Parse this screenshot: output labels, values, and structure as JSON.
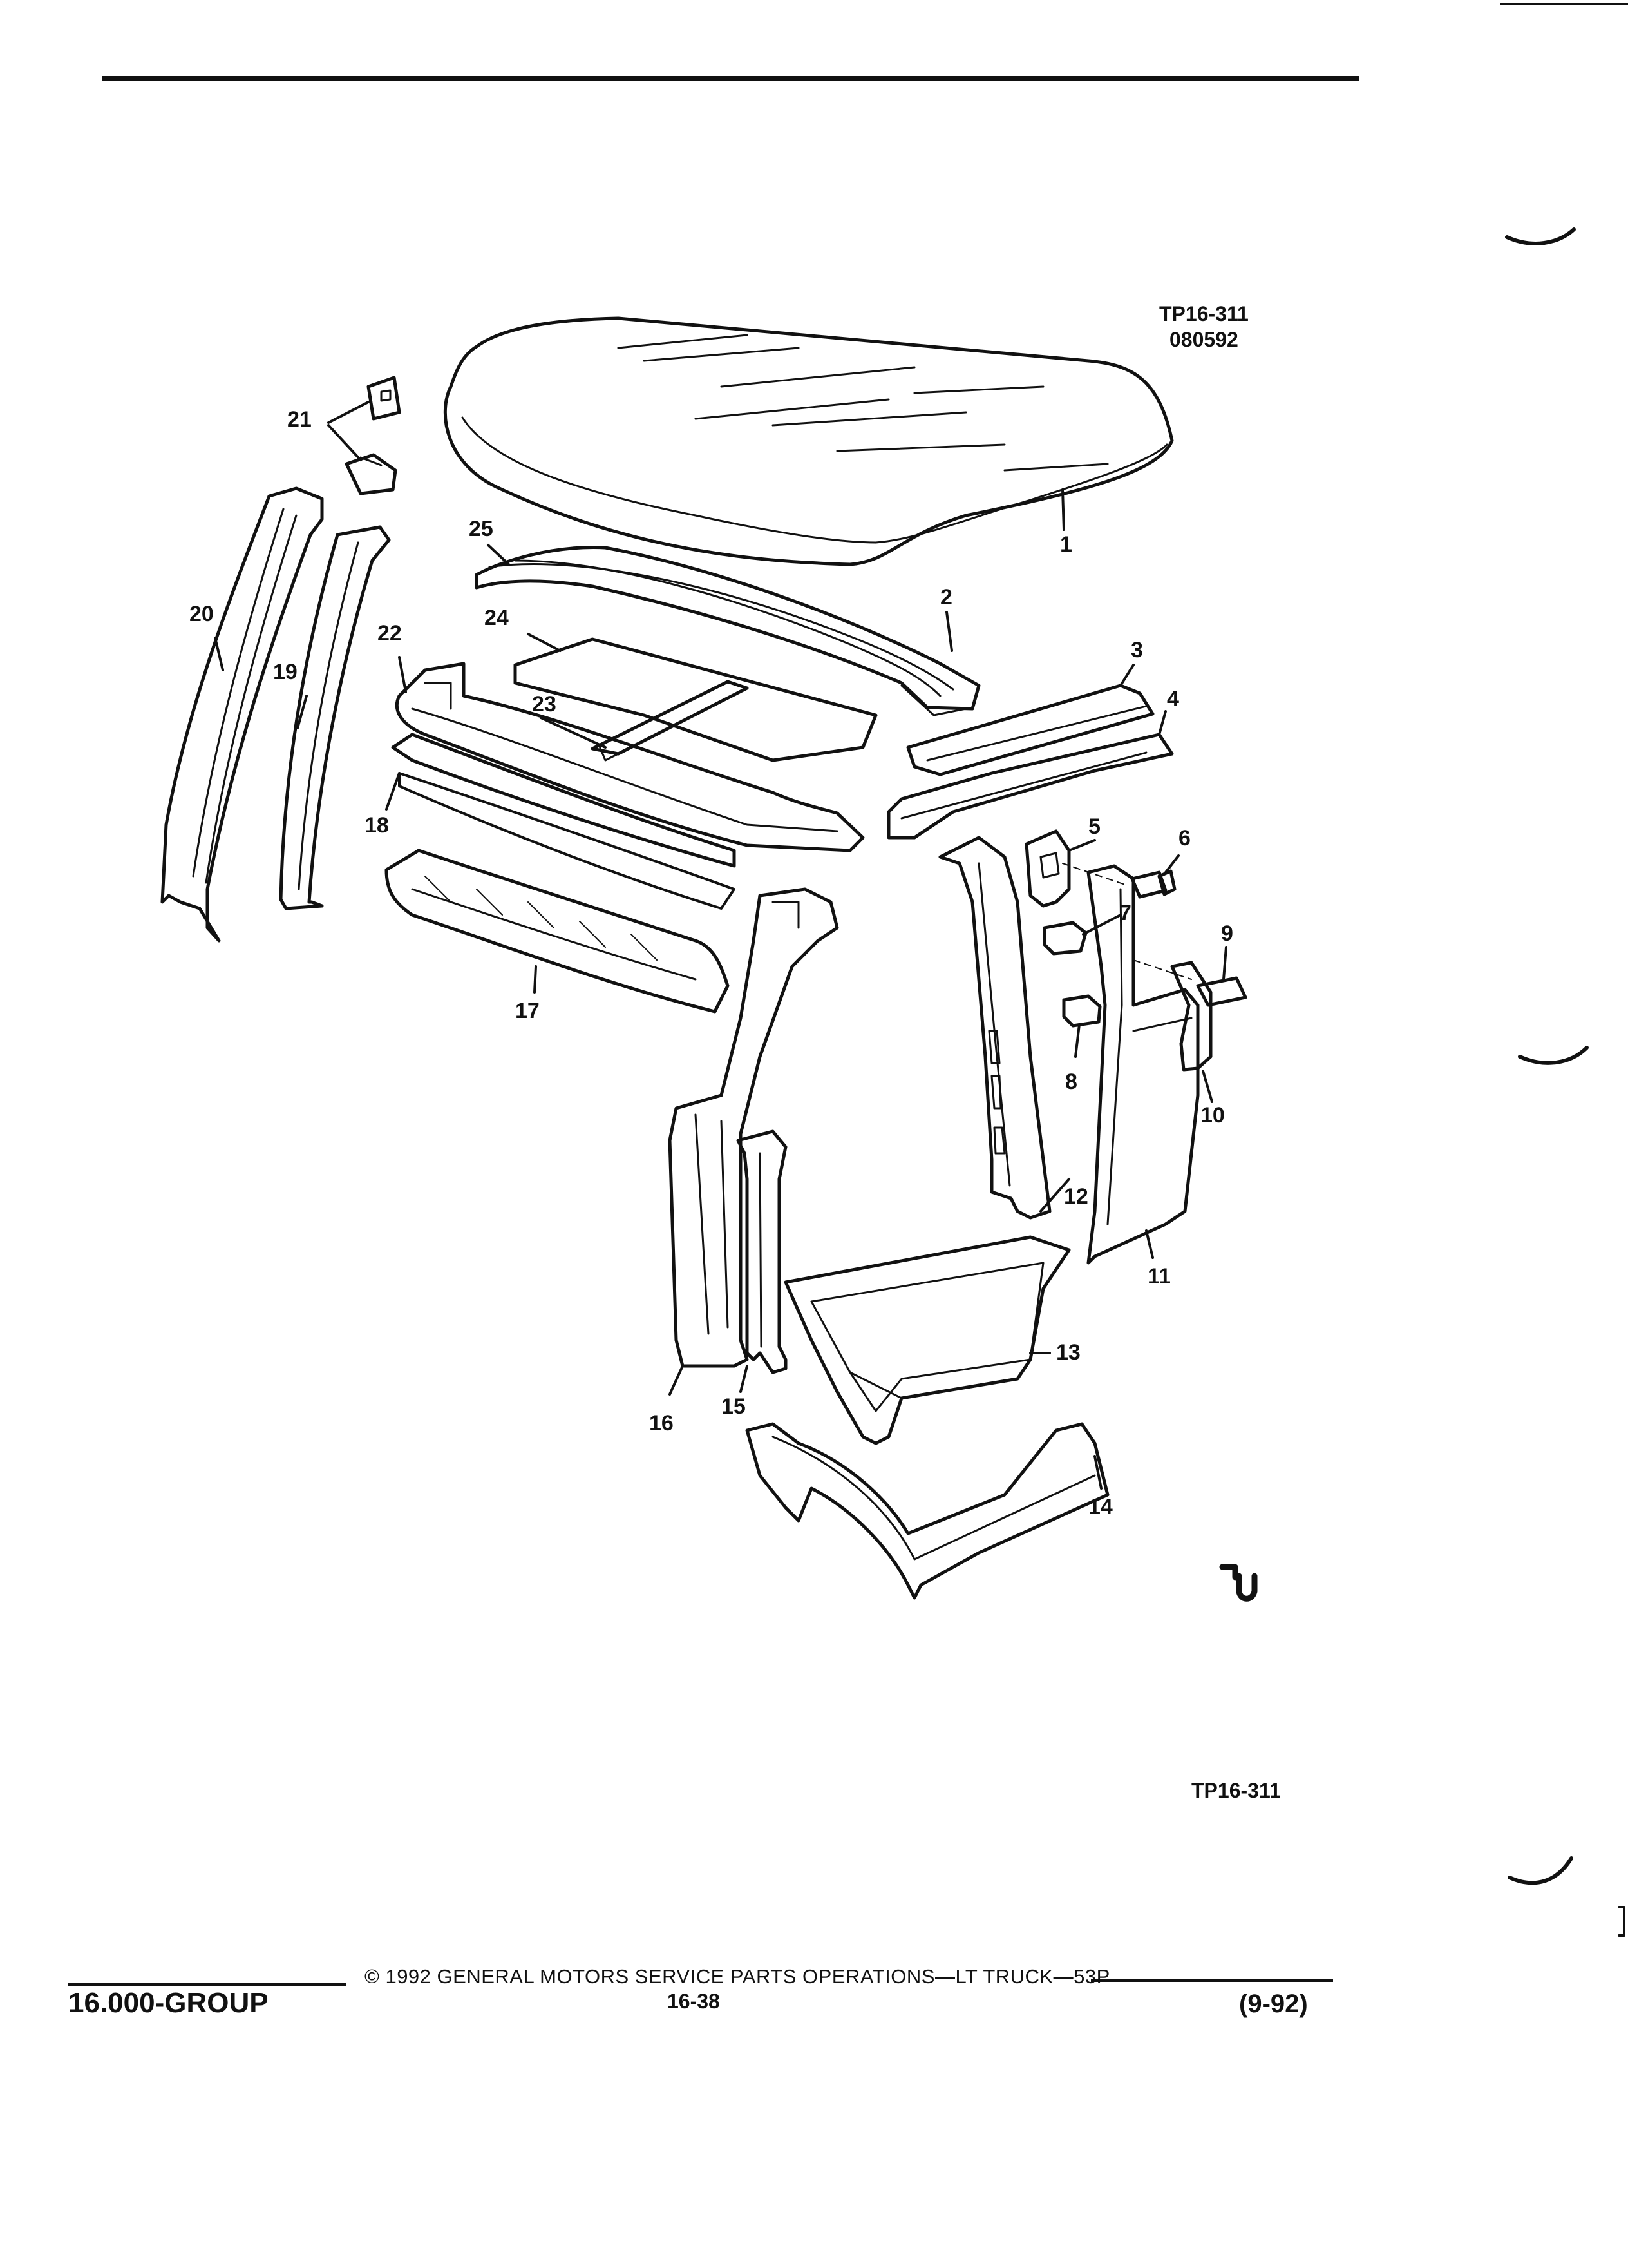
{
  "drawing": {
    "code": "TP16-311",
    "date_code": "080592",
    "bottom_code": "TP16-311",
    "parts": [
      {
        "n": "1"
      },
      {
        "n": "2"
      },
      {
        "n": "3"
      },
      {
        "n": "4"
      },
      {
        "n": "5"
      },
      {
        "n": "6"
      },
      {
        "n": "7"
      },
      {
        "n": "8"
      },
      {
        "n": "9"
      },
      {
        "n": "10"
      },
      {
        "n": "11"
      },
      {
        "n": "12"
      },
      {
        "n": "13"
      },
      {
        "n": "14"
      },
      {
        "n": "15"
      },
      {
        "n": "16"
      },
      {
        "n": "17"
      },
      {
        "n": "18"
      },
      {
        "n": "19"
      },
      {
        "n": "20"
      },
      {
        "n": "21"
      },
      {
        "n": "22"
      },
      {
        "n": "23"
      },
      {
        "n": "24"
      },
      {
        "n": "25"
      }
    ]
  },
  "footer": {
    "group": "16.000-GROUP",
    "copyright": "© 1992 GENERAL MOTORS SERVICE PARTS OPERATIONS—LT TRUCK—53P",
    "page": "16-38",
    "revision": "(9-92)"
  },
  "colors": {
    "ink": "#111111",
    "paper": "#ffffff"
  }
}
